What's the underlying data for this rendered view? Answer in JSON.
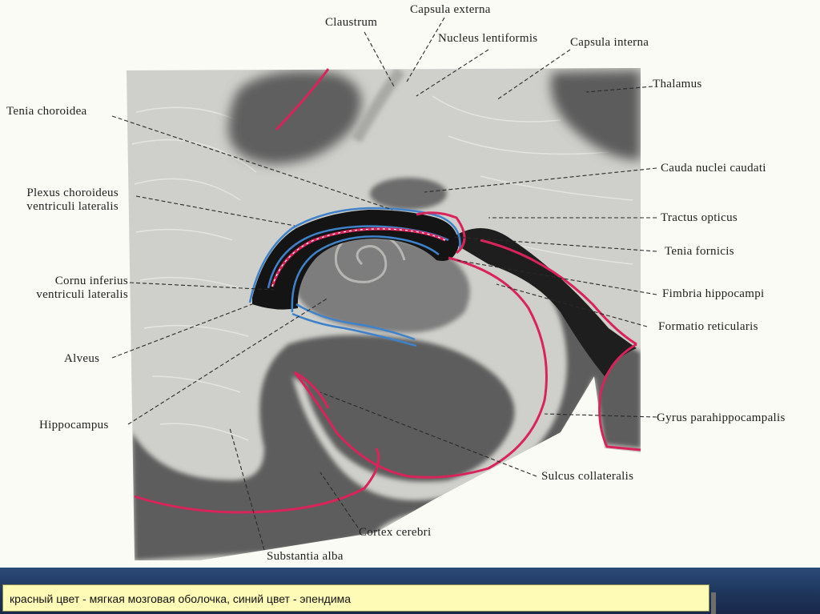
{
  "labels": {
    "claustrum": "Claustrum",
    "capsula_externa": "Capsula  externa",
    "nucleus_lentiformis": "Nucleus  lentiformis",
    "capsula_interna": "Capsula  interna",
    "thalamus": "Thalamus",
    "tenia_choroidea": "Tenia  choroidea",
    "cauda_nuclei_caudati": "Cauda  nuclei  caudati",
    "plexus_line1": "Plexus  choroideus",
    "plexus_line2": "ventriculi  lateralis",
    "tractus_opticus": "Tractus  opticus",
    "tenia_fornicis": "Tenia    fornicis",
    "cornu_line1": "Cornu  inferius",
    "cornu_line2": "ventriculi  lateralis",
    "fimbria_hippocampi": "Fimbria  hippocampi",
    "formatio_reticularis": "Formatio   reticularis",
    "alveus": "Alveus",
    "hippocampus": "Hippocampus",
    "gyrus_parahippocampalis": "Gyrus  parahippocampalis",
    "sulcus_collateralis": "Sulcus  collateralis",
    "cortex_cerebri": "Cortex  cerebri",
    "substantia_alba": "Substantia  alba"
  },
  "caption": "красный цвет - мягкая мозговая оболочка, синий цвет - эпендима",
  "colors": {
    "pia_mater_red": "#d8245a",
    "ependyma_blue": "#3f82c9",
    "grey_matter": "#5f5f5f",
    "white_matter": "#c8c8c4",
    "footer_band": "#1d3459",
    "caption_background": "#fdfbb6"
  }
}
